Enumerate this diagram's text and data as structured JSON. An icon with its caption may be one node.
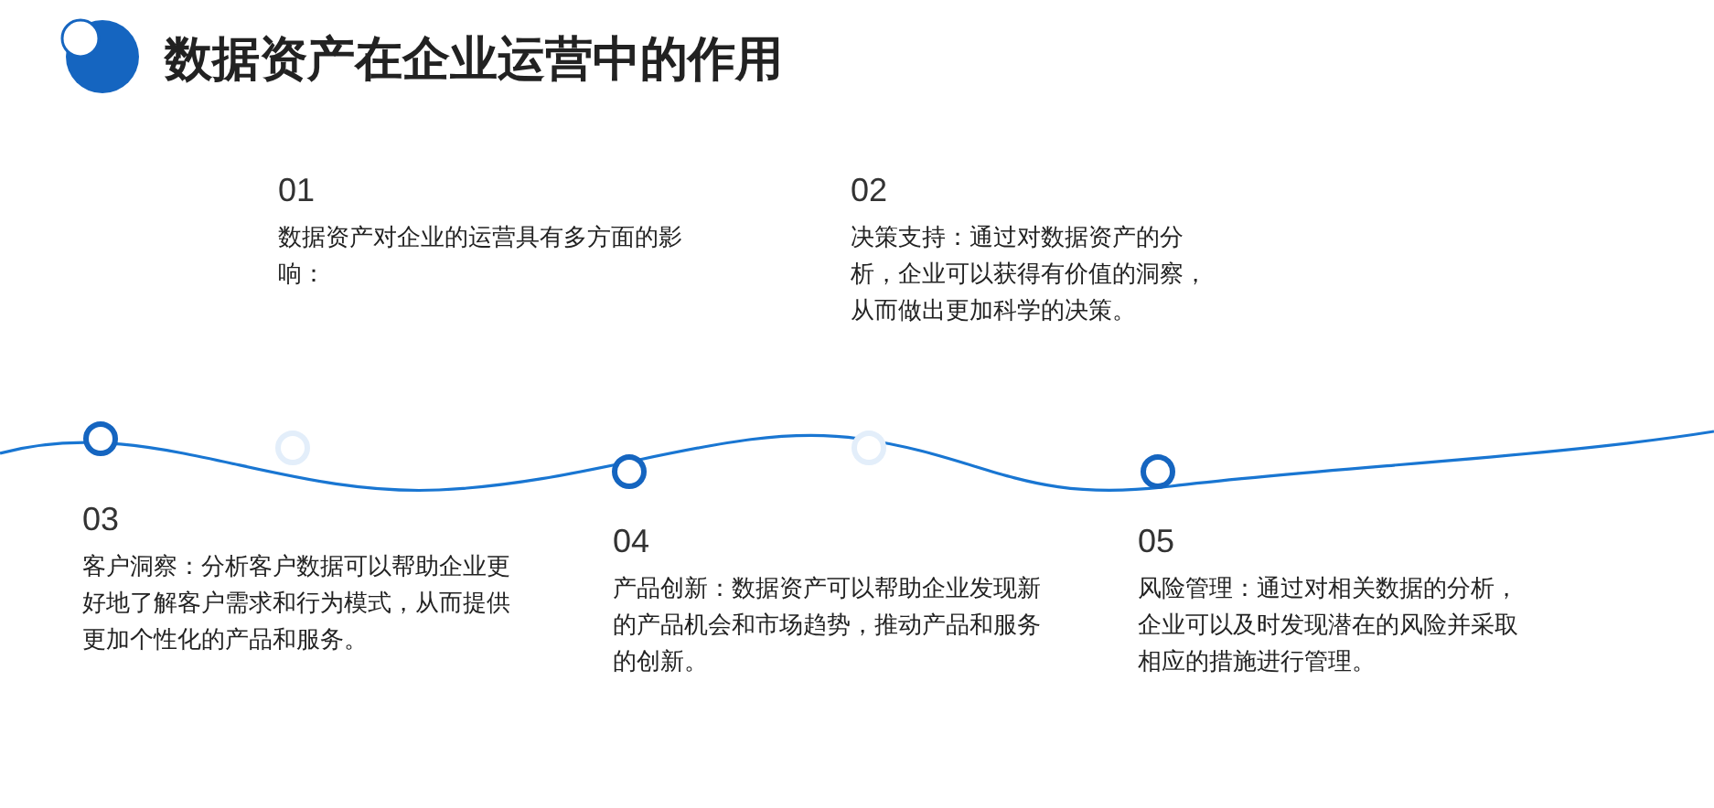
{
  "diagram": {
    "title": "数据资产在企业运营中的作用",
    "nodes": [
      {
        "text": [
          "01",
          "数据资产对企业的运营具有多方面的影响："
        ]
      },
      {
        "text": [
          "02",
          "决策支持：通过对数据资产的分析，企业可以获得有价值的洞察，从而做出更加科学的决策。"
        ]
      },
      {
        "text": [
          "03",
          "客户洞察：分析客户数据可以帮助企业更好地了解客户需求和行为模式，从而提供更加个性化的产品和服务。"
        ]
      },
      {
        "text": [
          "04",
          "产品创新：数据资产可以帮助企业发现新的产品机会和市场趋势，推动产品和服务的创新。"
        ]
      },
      {
        "text": [
          "05",
          "风险管理：通过对相关数据的分析，企业可以及时发现潜在的风险并采取相应的措施进行管理。"
        ]
      }
    ]
  }
}
